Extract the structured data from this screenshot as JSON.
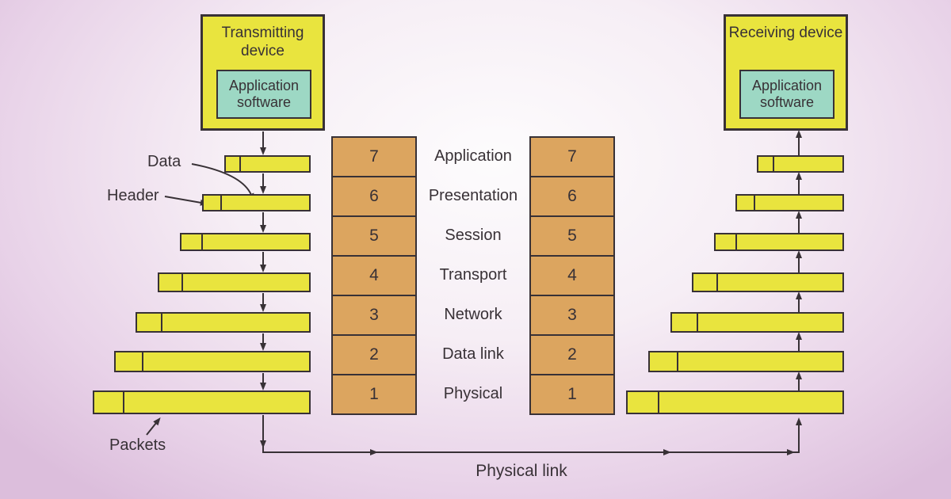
{
  "devices": {
    "transmitting": {
      "title": "Transmitting device",
      "software": "Application software"
    },
    "receiving": {
      "title": "Receiving device",
      "software": "Application software"
    }
  },
  "layers": [
    {
      "number": "7",
      "label": "Application"
    },
    {
      "number": "6",
      "label": "Presentation"
    },
    {
      "number": "5",
      "label": "Session"
    },
    {
      "number": "4",
      "label": "Transport"
    },
    {
      "number": "3",
      "label": "Network"
    },
    {
      "number": "2",
      "label": "Data link"
    },
    {
      "number": "1",
      "label": "Physical"
    }
  ],
  "annotations": {
    "data": "Data",
    "header": "Header",
    "packets": "Packets",
    "physical_link": "Physical link"
  },
  "colors": {
    "yellow": "#e9e43e",
    "orange": "#dca55f",
    "teal": "#9dd8c4",
    "ink": "#383136",
    "bg_center": "#fdfcfd",
    "bg_edge": "#dcbedc"
  }
}
